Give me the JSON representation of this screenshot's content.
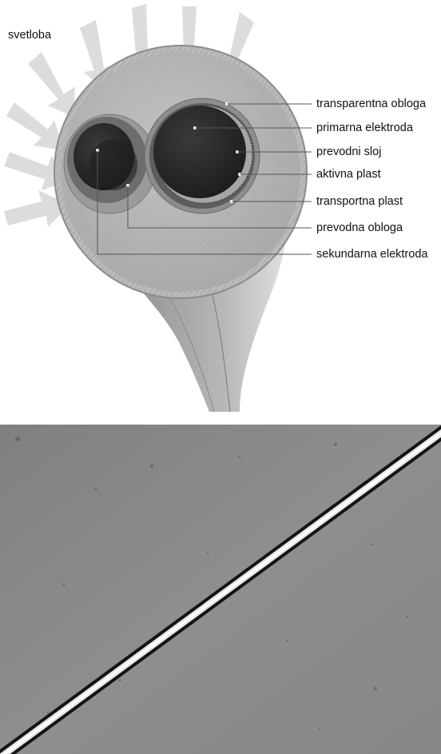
{
  "diagram": {
    "light_label": "svetloba",
    "callouts": [
      {
        "id": "transparent-coating",
        "label": "transparentna obloga"
      },
      {
        "id": "primary-electrode",
        "label": "primarna elektroda"
      },
      {
        "id": "conductive-layer",
        "label": "prevodni sloj"
      },
      {
        "id": "active-layer",
        "label": "aktivna plast"
      },
      {
        "id": "transport-layer",
        "label": "transportna plast"
      },
      {
        "id": "conductive-coating",
        "label": "prevodna obloga"
      },
      {
        "id": "secondary-electrode",
        "label": "sekundarna elektroda"
      }
    ],
    "colors": {
      "arrow": "#cfcfcf",
      "outer_coating": "#a9a9a9",
      "electrode": "#2b2b2b",
      "background": "#ffffff"
    }
  },
  "photo": {
    "description_visible": "",
    "colors": {
      "background": "#8a8a8a",
      "fiber_core": "#f2f2f2",
      "fiber_edge": "#111111"
    }
  }
}
